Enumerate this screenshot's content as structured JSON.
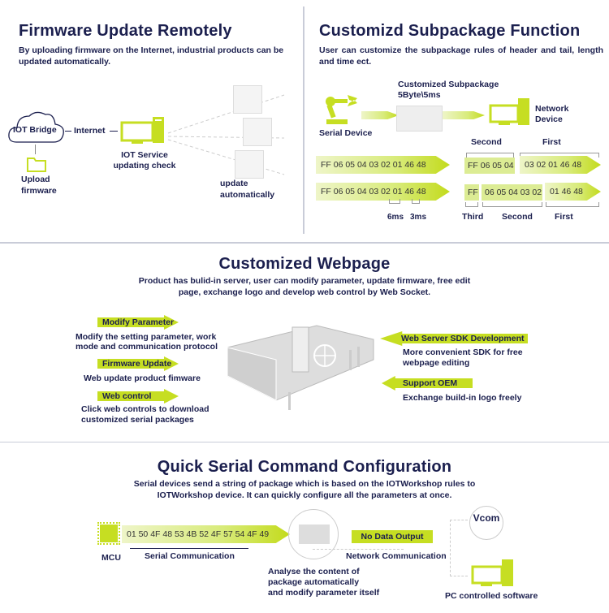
{
  "firmware": {
    "title": "Firmware Update Remotely",
    "desc": "By uploading firmware on the Internet, industrial products can be updated automatically.",
    "cloud": "IOT Bridge",
    "internet": "Internet",
    "service_line1": "IOT Service",
    "service_line2": "updating check",
    "upload_line1": "Upload",
    "upload_line2": "firmware",
    "update_line1": "update",
    "update_line2": "automatically"
  },
  "subpackage": {
    "title": "Customizd Subpackage Function",
    "desc": "User can customize the subpackage rules of header and tail, length and time ect.",
    "sub_line1": "Customized Subpackage",
    "sub_line2": "5Byte\\5ms",
    "serial_device": "Serial Device",
    "network_line1": "Network",
    "network_line2": "Device",
    "row1_data": "FF 06 05 04 03 02 01 46 48",
    "row2_data": "FF 06 05 04 03 02 01 46 48",
    "row1_second": "FF 06 05 04",
    "row1_first": "03 02 01 46 48",
    "row2_third": "FF",
    "row2_second": "06 05 04 03 02",
    "row2_first": "01 46 48",
    "label_second": "Second",
    "label_first": "First",
    "label_third": "Third",
    "ms6": "6ms",
    "ms3": "3ms"
  },
  "webpage": {
    "title": "Customized Webpage",
    "desc_line1": "Product has bulid-in server, user can modify parameter, update firmware, free edit",
    "desc_line2": "page, exchange logo and develop web control by Web Socket.",
    "items_left": [
      {
        "tag": "Modify Parameter",
        "d1": "Modify the setting parameter, work",
        "d2": "mode and communication protocol"
      },
      {
        "tag": "Firmware Update",
        "d1": "Web update product fimware",
        "d2": ""
      },
      {
        "tag": "Web control",
        "d1": "Click web controls to download",
        "d2": "customized serial packages"
      }
    ],
    "items_right": [
      {
        "tag": "Web Server SDK Development",
        "d1": "More convenient SDK for free",
        "d2": "webpage editing"
      },
      {
        "tag": "Support OEM",
        "d1": "Exchange build-in logo freely",
        "d2": ""
      }
    ]
  },
  "serial": {
    "title": "Quick Serial Command Configuration",
    "desc_line1": "Serial devices send a string of package which is based on the IOTWorkshop rules to",
    "desc_line2": "IOTWorkshop device. It can quickly configure all the parameters at once.",
    "mcu": "MCU",
    "data": "01 50 4F 48 53 4B 52 4F 57 54 4F 49",
    "serial_comm": "Serial Communication",
    "analyse1": "Analyse the content of",
    "analyse2": "package automatically",
    "analyse3": "and modify parameter itself",
    "no_output": "No Data Output",
    "network_comm": "Network Communication",
    "vcom": "Vcom",
    "pc": "PC controlled software"
  },
  "colors": {
    "navy": "#1b1f4e",
    "lime": "#c6de22"
  }
}
